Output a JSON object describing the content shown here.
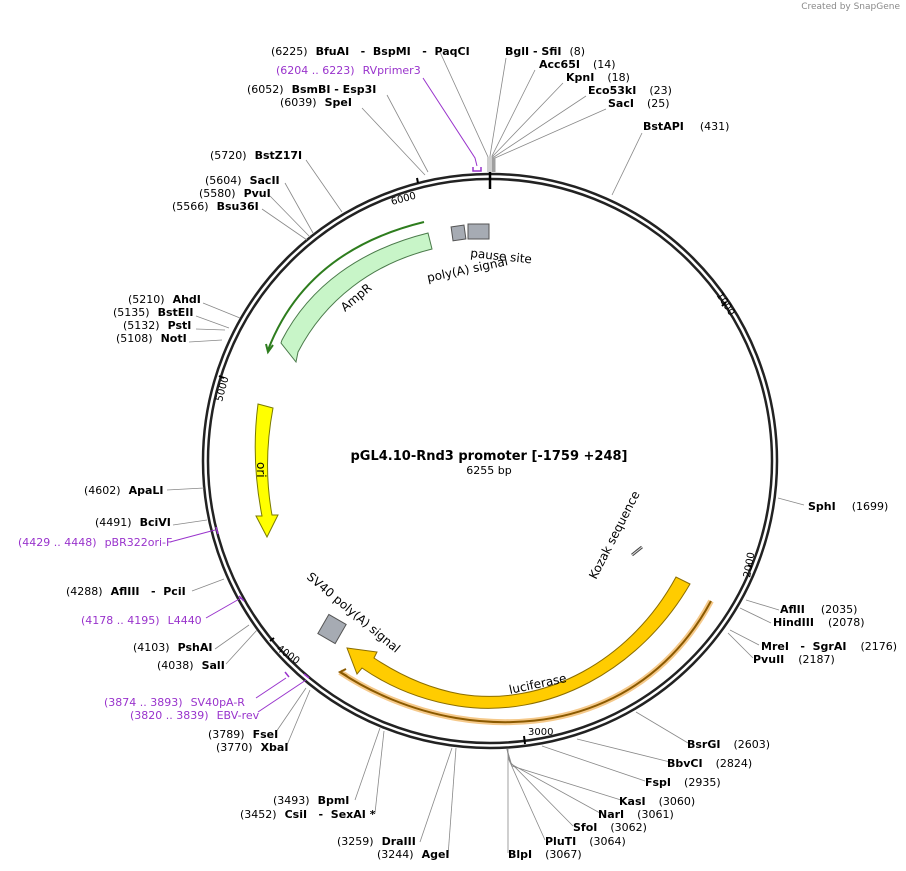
{
  "watermark": "Created by SnapGene",
  "map": {
    "title": "pGL4.10-Rnd3 promoter [-1759 +248]",
    "length_label": "6255 bp",
    "total_bp": 6255,
    "backbone_color": "#222222"
  },
  "ticks": [
    "1000",
    "2000",
    "3000",
    "4000",
    "5000",
    "6000"
  ],
  "enzymes": [
    {
      "name": "BfuAI   -  BspMI   -  PaqCI",
      "pos": "(6225)"
    },
    {
      "name": "BglI   -  SfiI",
      "pos": "(8)"
    },
    {
      "name": "Acc65I",
      "pos": "(14)"
    },
    {
      "name": "KpnI",
      "pos": "(18)"
    },
    {
      "name": "Eco53kI",
      "pos": "(23)"
    },
    {
      "name": "SacI",
      "pos": "(25)"
    },
    {
      "name": "BstAPI",
      "pos": "(431)"
    },
    {
      "name": "BsmBI   -  Esp3I",
      "pos": "(6052)"
    },
    {
      "name": "SpeI",
      "pos": "(6039)"
    },
    {
      "name": "BstZ17I",
      "pos": "(5720)"
    },
    {
      "name": "SacII",
      "pos": "(5604)"
    },
    {
      "name": "PvuI",
      "pos": "(5580)"
    },
    {
      "name": "Bsu36I",
      "pos": "(5566)"
    },
    {
      "name": "AhdI",
      "pos": "(5210)"
    },
    {
      "name": "BstEII",
      "pos": "(5135)"
    },
    {
      "name": "PstI",
      "pos": "(5132)"
    },
    {
      "name": "NotI",
      "pos": "(5108)"
    },
    {
      "name": "ApaLI",
      "pos": "(4602)"
    },
    {
      "name": "BciVI",
      "pos": "(4491)"
    },
    {
      "name": "AflIII   -  PciI",
      "pos": "(4288)"
    },
    {
      "name": "PshAI",
      "pos": "(4103)"
    },
    {
      "name": "SalI",
      "pos": "(4038)"
    },
    {
      "name": "FseI",
      "pos": "(3789)"
    },
    {
      "name": "XbaI",
      "pos": "(3770)"
    },
    {
      "name": "BpmI",
      "pos": "(3493)"
    },
    {
      "name": "CsiI   -  SexAI *",
      "pos": "(3452)"
    },
    {
      "name": "DraIII",
      "pos": "(3259)"
    },
    {
      "name": "AgeI",
      "pos": "(3244)"
    },
    {
      "name": "BlpI",
      "pos": "(3067)"
    },
    {
      "name": "PluTI",
      "pos": "(3064)"
    },
    {
      "name": "SfoI",
      "pos": "(3062)"
    },
    {
      "name": "NarI",
      "pos": "(3061)"
    },
    {
      "name": "KasI",
      "pos": "(3060)"
    },
    {
      "name": "FspI",
      "pos": "(2935)"
    },
    {
      "name": "BbvCI",
      "pos": "(2824)"
    },
    {
      "name": "BsrGI",
      "pos": "(2603)"
    },
    {
      "name": "SphI",
      "pos": "(1699)"
    },
    {
      "name": "AflII",
      "pos": "(2035)"
    },
    {
      "name": "HindIII",
      "pos": "(2078)"
    },
    {
      "name": "MreI   -  SgrAI",
      "pos": "(2176)"
    },
    {
      "name": "PvuII",
      "pos": "(2187)"
    }
  ],
  "primers": [
    {
      "range": "(6204 .. 6223)",
      "name": "RVprimer3"
    },
    {
      "range": "(4429 .. 4448)",
      "name": "pBR322ori-F"
    },
    {
      "range": "(4178 .. 4195)",
      "name": "L4440"
    },
    {
      "range": "(3874 .. 3893)",
      "name": "SV40pA-R"
    },
    {
      "range": "(3820 .. 3839)",
      "name": "EBV-rev"
    }
  ],
  "features": {
    "ampr": "AmpR",
    "ori": "ori",
    "luciferase": "luciferase",
    "sv40": "SV40 poly(A) signal",
    "kozak": "Kozak sequence",
    "polya": "poly(A) signal",
    "pause": "pause site"
  },
  "colors": {
    "ampr": "#c8f5c8",
    "ori": "#ffff00",
    "luciferase": "#ffcc00",
    "terminator": "#a6abb3",
    "primer": "#9933cc",
    "orf_ampr": "#2e7d1e",
    "orf_luc": "#8b5a00"
  }
}
